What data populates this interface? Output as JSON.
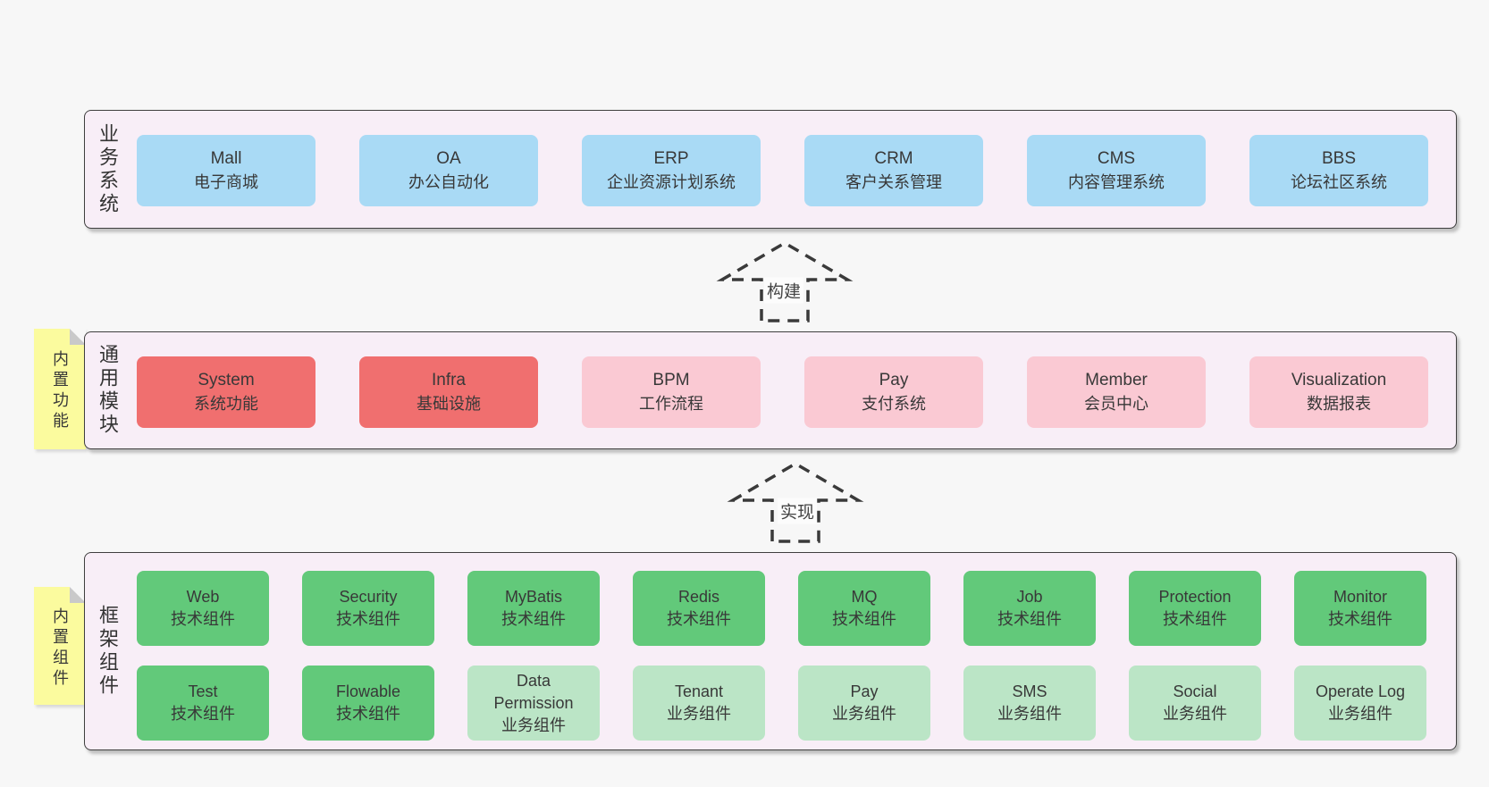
{
  "colors": {
    "page_bg": "#f7f7f7",
    "band_bg": "#f8eef7",
    "band_border": "#3f3f3f",
    "note_bg": "#fbfb9e",
    "blue": "#a9daf5",
    "red": "#f06f6f",
    "pink": "#fac9d3",
    "green": "#62c97a",
    "light_green": "#bbe5c6",
    "text": "#383838"
  },
  "arrows": [
    {
      "label": "构建"
    },
    {
      "label": "实现"
    }
  ],
  "bands": [
    {
      "label": "业务系统",
      "boxes": [
        {
          "name": "Mall",
          "desc": "电子商城"
        },
        {
          "name": "OA",
          "desc": "办公自动化"
        },
        {
          "name": "ERP",
          "desc": "企业资源计划系统"
        },
        {
          "name": "CRM",
          "desc": "客户关系管理"
        },
        {
          "name": "CMS",
          "desc": "内容管理系统"
        },
        {
          "name": "BBS",
          "desc": "论坛社区系统"
        }
      ]
    },
    {
      "label": "通用模块",
      "note": "内置功能",
      "boxes": [
        {
          "name": "System",
          "desc": "系统功能"
        },
        {
          "name": "Infra",
          "desc": "基础设施"
        },
        {
          "name": "BPM",
          "desc": "工作流程"
        },
        {
          "name": "Pay",
          "desc": "支付系统"
        },
        {
          "name": "Member",
          "desc": "会员中心"
        },
        {
          "name": "Visualization",
          "desc": "数据报表"
        }
      ]
    },
    {
      "label": "框架组件",
      "note": "内置组件",
      "boxes": [
        {
          "name": "Web",
          "desc": "技术组件"
        },
        {
          "name": "Security",
          "desc": "技术组件"
        },
        {
          "name": "MyBatis",
          "desc": "技术组件"
        },
        {
          "name": "Redis",
          "desc": "技术组件"
        },
        {
          "name": "MQ",
          "desc": "技术组件"
        },
        {
          "name": "Job",
          "desc": "技术组件"
        },
        {
          "name": "Protection",
          "desc": "技术组件"
        },
        {
          "name": "Monitor",
          "desc": "技术组件"
        },
        {
          "name": "Test",
          "desc": "技术组件"
        },
        {
          "name": "Flowable",
          "desc": "技术组件"
        },
        {
          "name": "Data Permission",
          "desc": "业务组件"
        },
        {
          "name": "Tenant",
          "desc": "业务组件"
        },
        {
          "name": "Pay",
          "desc": "业务组件"
        },
        {
          "name": "SMS",
          "desc": "业务组件"
        },
        {
          "name": "Social",
          "desc": "业务组件"
        },
        {
          "name": "Operate Log",
          "desc": "业务组件"
        }
      ]
    }
  ]
}
